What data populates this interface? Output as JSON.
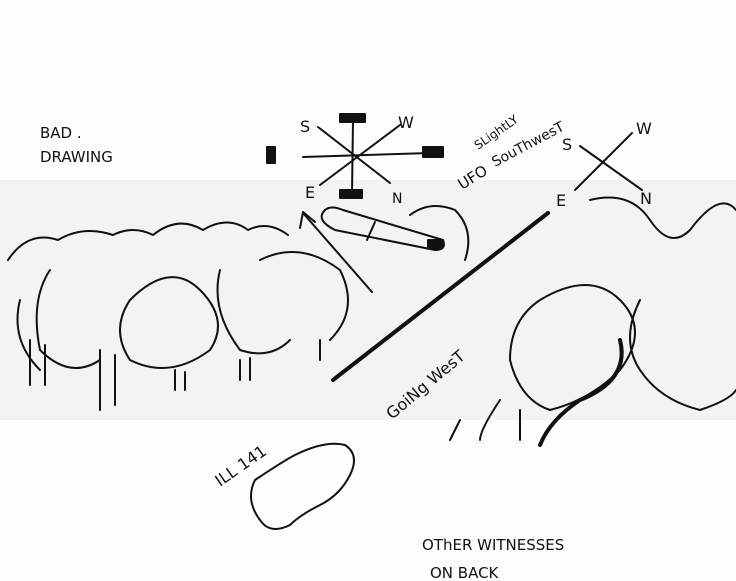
{
  "labels": {
    "bad_drawing_line1": "BAD .",
    "bad_drawing_line2": "DRAWING",
    "compass1": {
      "s": "S",
      "w": "W",
      "e": "E",
      "n": "N"
    },
    "compass2": {
      "s": "S",
      "w": "W",
      "e": "E",
      "n": "N"
    },
    "ufo_label": "UFO",
    "slightly": "SLightLY",
    "southwest": "SouThwesT",
    "going_west": "GoiNg WesT",
    "road": "ILL 141",
    "other_witnesses_line1": "OThER WITNESSES",
    "other_witnesses_line2": "ON BACK"
  },
  "colors": {
    "ink": "#111111",
    "paper": "#fdfdfd"
  }
}
